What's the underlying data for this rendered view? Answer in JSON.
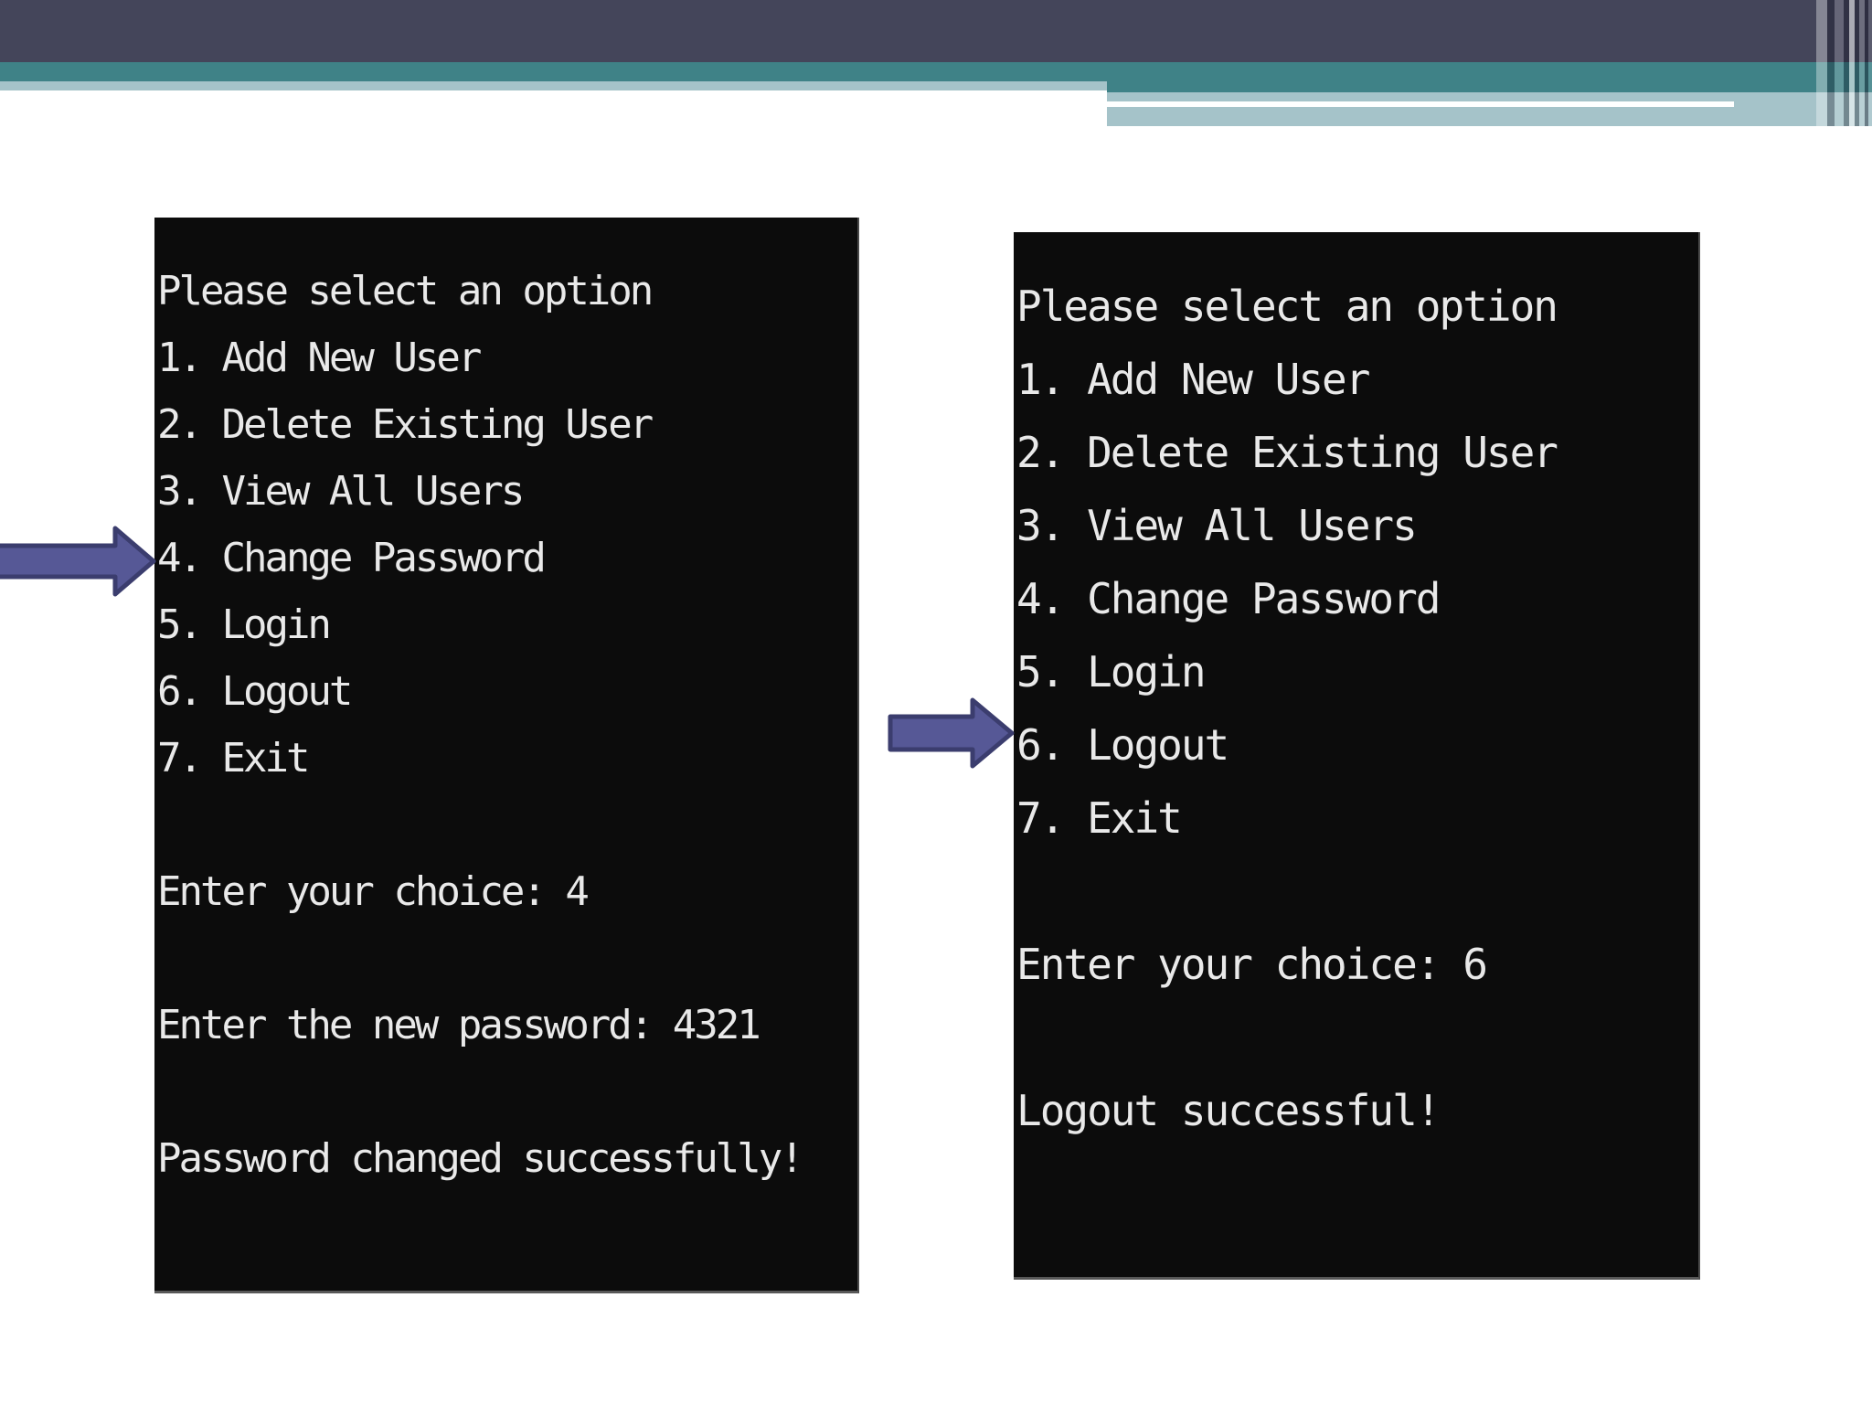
{
  "slide": {
    "type": "presentation-slide",
    "background_color": "#ffffff"
  },
  "header_decoration": {
    "dark_bar_color": "#44455a",
    "teal_bar_color": "#3f8287",
    "light_band_color": "#a5c3c9"
  },
  "left_console": {
    "background_color": "#0c0c0c",
    "text_color": "#e9e9e9",
    "lines": [
      "Please select an option",
      "1. Add New User",
      "2. Delete Existing User",
      "3. View All Users",
      "4. Change Password",
      "5. Login",
      "6. Logout",
      "7. Exit",
      "",
      "Enter your choice: 4",
      "",
      "Enter the new password: 4321",
      "",
      "Password changed successfully!"
    ]
  },
  "right_console": {
    "background_color": "#0c0c0c",
    "text_color": "#e9e9e9",
    "lines": [
      "Please select an option",
      "1. Add New User",
      "2. Delete Existing User",
      "3. View All Users",
      "4. Change Password",
      "5. Login",
      "6. Logout",
      "7. Exit",
      "",
      "Enter your choice: 6",
      "",
      "Logout successful!"
    ]
  },
  "arrows": {
    "left": {
      "fill_color": "#565896",
      "outline_color": "#3b3d6e",
      "points_to": "4. Change Password"
    },
    "right": {
      "fill_color": "#565896",
      "outline_color": "#3b3d6e",
      "points_to": "6. Logout"
    }
  }
}
